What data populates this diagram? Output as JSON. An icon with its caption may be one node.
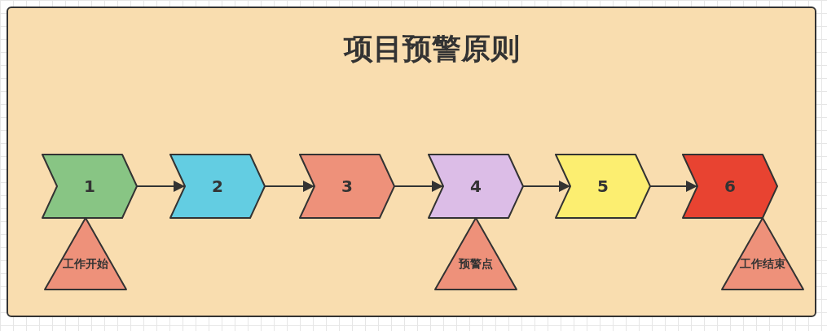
{
  "diagram": {
    "title": "项目预警原则",
    "nodes": [
      {
        "text": [
          "1"
        ]
      },
      {
        "text": [
          "2"
        ]
      },
      {
        "text": [
          "3"
        ]
      },
      {
        "text": [
          "4"
        ]
      },
      {
        "text": [
          "5"
        ]
      },
      {
        "text": [
          "6"
        ]
      },
      {
        "text": [
          "工作开始"
        ]
      },
      {
        "text": [
          "预警点"
        ]
      },
      {
        "text": [
          "工作结束"
        ]
      }
    ],
    "edges": [
      {
        "from": 0,
        "to": 1,
        "arrow": "to"
      },
      {
        "from": 1,
        "to": 2,
        "arrow": "to"
      },
      {
        "from": 2,
        "to": 3,
        "arrow": "to"
      },
      {
        "from": 3,
        "to": 4,
        "arrow": "to"
      },
      {
        "from": 4,
        "to": 5,
        "arrow": "to"
      }
    ]
  }
}
